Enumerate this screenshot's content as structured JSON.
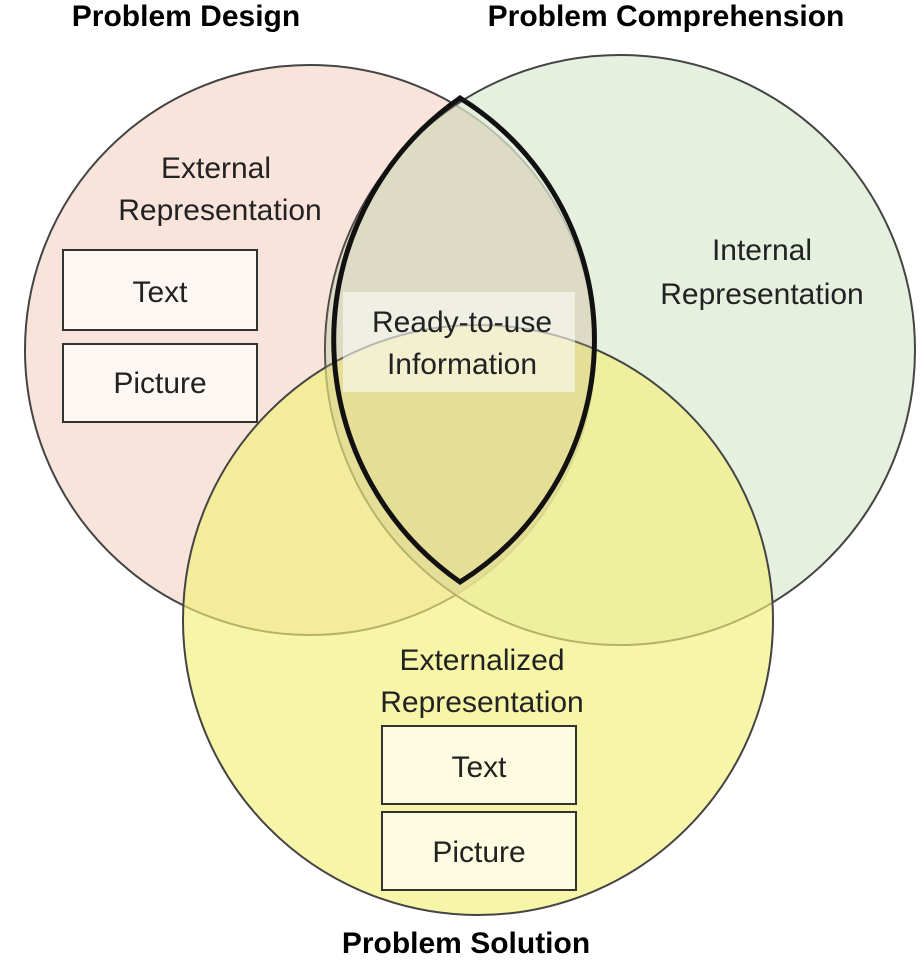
{
  "titles": {
    "problem_design": "Problem Design",
    "problem_comprehension": "Problem Comprehension",
    "problem_solution": "Problem Solution"
  },
  "external": {
    "heading_line1": "External",
    "heading_line2": "Representation",
    "box_text": "Text",
    "box_picture": "Picture"
  },
  "internal": {
    "heading_line1": "Internal",
    "heading_line2": "Representation"
  },
  "center": {
    "line1": "Ready-to-use",
    "line2": "Information"
  },
  "externalized": {
    "heading_line1": "Externalized",
    "heading_line2": "Representation",
    "box_text": "Text",
    "box_picture": "Picture"
  },
  "colors": {
    "design_circle": "#f7ddd3",
    "comprehension_circle": "#dcebd4",
    "solution_circle": "#f3f18a",
    "stroke": "#000000"
  }
}
